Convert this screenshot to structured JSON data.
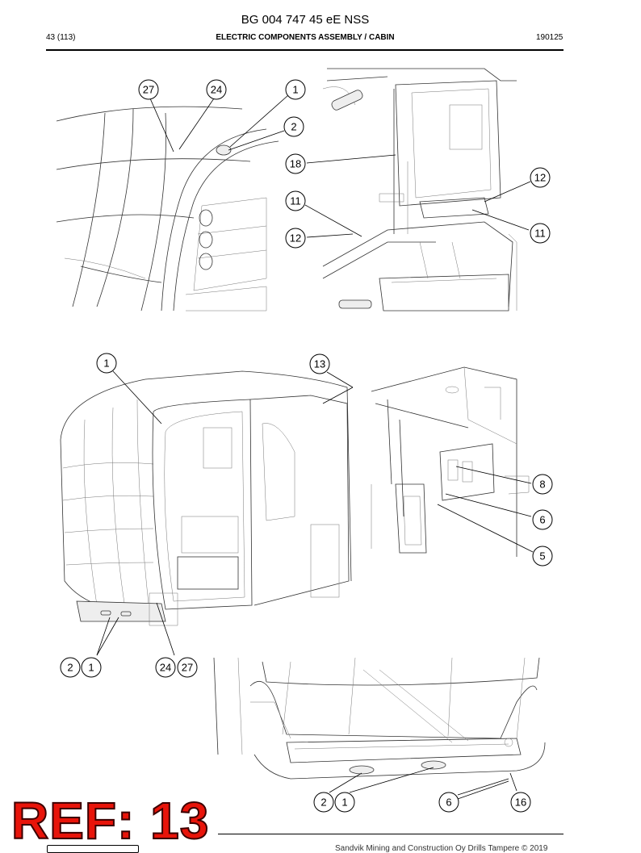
{
  "header": {
    "doc_code": "BG 004 747 45 eE NSS",
    "page": "43 (113)",
    "section_title": "ELECTRIC COMPONENTS ASSEMBLY / CABIN",
    "date_code": "190125"
  },
  "callouts": {
    "fig1": [
      "27",
      "24",
      "1",
      "2"
    ],
    "fig2": [
      "18",
      "12",
      "11",
      "12",
      "11"
    ],
    "fig3": [
      "1",
      "13",
      "2",
      "1",
      "24",
      "27"
    ],
    "fig4": [
      "8",
      "6",
      "5"
    ],
    "fig5": [
      "2",
      "1",
      "6",
      "16"
    ]
  },
  "overlay": {
    "ref_label": "REF: 13"
  },
  "footer": {
    "copyright": "Sandvik Mining and Construction Oy Drills Tampere © 2019"
  }
}
